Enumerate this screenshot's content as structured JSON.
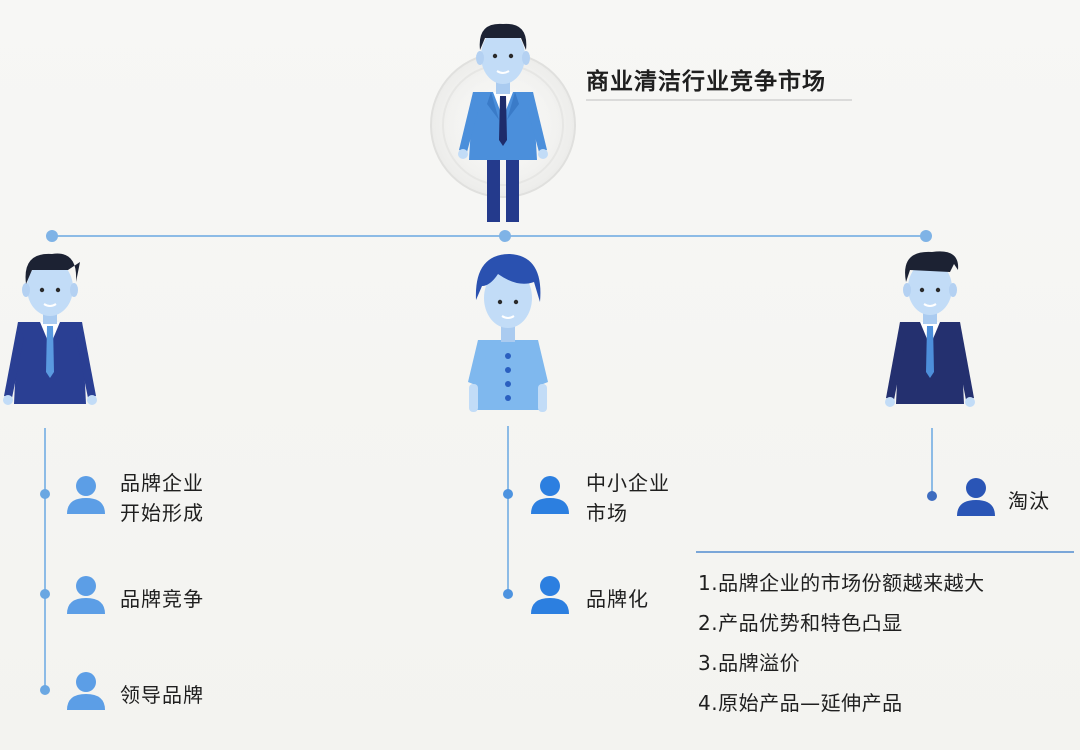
{
  "title": "商业清洁行业竞争市场",
  "colors": {
    "line": "#8cbbe6",
    "dot": "#6aa7e2",
    "navy": "#22337e",
    "mid_blue": "#2d56b7",
    "light_blue": "#5aa0ea",
    "skin": "#c2dcf7",
    "person_icon_left": "#5c9ee6",
    "person_icon_mid": "#2c7fe0",
    "person_icon_right": "#2a55b6"
  },
  "branches": {
    "left": {
      "items": [
        "品牌企业\n开始形成",
        "品牌竞争",
        "领导品牌"
      ]
    },
    "middle": {
      "items": [
        "中小企业\n市场",
        "品牌化"
      ]
    },
    "right": {
      "items": [
        "淘汰"
      ]
    }
  },
  "notes": [
    "1.品牌企业的市场份额越来越大",
    "2.产品优势和特色凸显",
    "3.品牌溢价",
    "4.原始产品—延伸产品"
  ]
}
